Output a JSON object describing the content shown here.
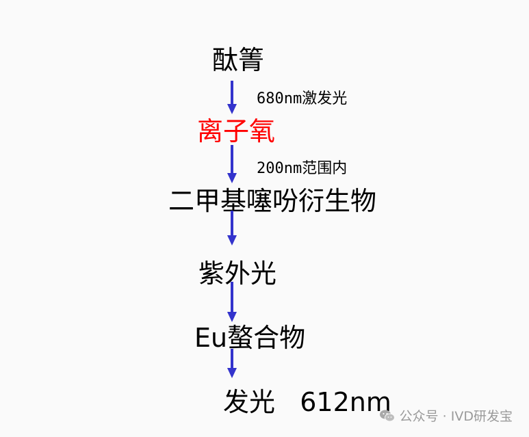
{
  "colors": {
    "arrow": "#3333cc",
    "highlight": "#ff0000",
    "text": "#000000",
    "watermark": "#9a9a9a"
  },
  "diagram": {
    "nodes": [
      {
        "id": "phthalocyanine",
        "label": "酞箐"
      },
      {
        "id": "singlet-oxygen",
        "label": "离子氧"
      },
      {
        "id": "dimethylthiophene",
        "label": "二甲基噻吩衍生物"
      },
      {
        "id": "uv-light",
        "label": "紫外光"
      },
      {
        "id": "eu-chelate",
        "label": "Eu螯合物"
      },
      {
        "id": "emission",
        "label": "发光   612nm"
      }
    ],
    "edges": [
      {
        "from": "phthalocyanine",
        "to": "singlet-oxygen",
        "label": "680nm激发光"
      },
      {
        "from": "singlet-oxygen",
        "to": "dimethylthiophene",
        "label": "200nm范围内"
      },
      {
        "from": "dimethylthiophene",
        "to": "uv-light",
        "label": ""
      },
      {
        "from": "uv-light",
        "to": "eu-chelate",
        "label": ""
      },
      {
        "from": "eu-chelate",
        "to": "emission",
        "label": ""
      }
    ]
  },
  "watermark": {
    "icon": "wechat-icon",
    "text": "公众号 · IVD研发宝"
  }
}
